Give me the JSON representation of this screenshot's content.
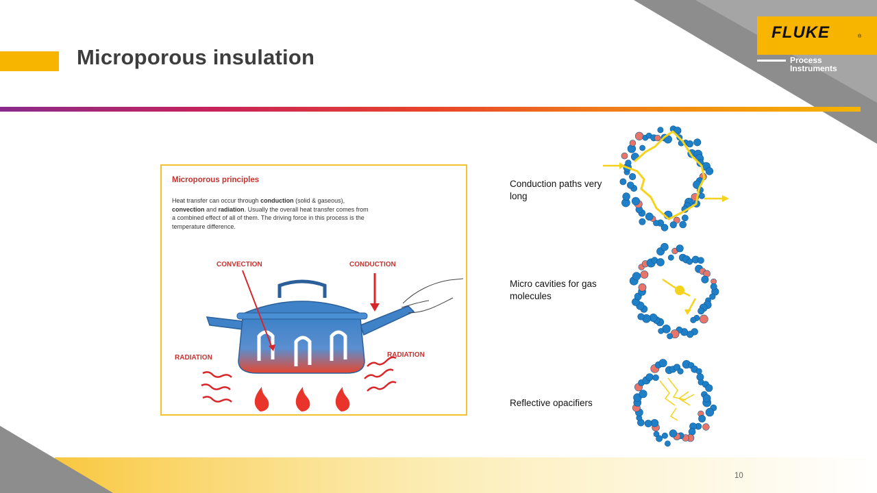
{
  "slide": {
    "title": "Microporous insulation",
    "page_number": "10"
  },
  "logo": {
    "name": "FLUKE",
    "registered": "®",
    "subtitle_line1": "Process",
    "subtitle_line2": "Instruments"
  },
  "principles": {
    "heading": "Microporous principles",
    "body": {
      "p1": "Heat transfer can occur through ",
      "b1": "conduction",
      "p2": " (solid & gaseous), ",
      "b2": "convection",
      "p3": " and ",
      "b3": "radiation",
      "p4": ". Usually the overall heat transfer comes from a combined effect of all of them. The driving force in this process is the temperature difference."
    },
    "labels": {
      "convection": "CONVECTION",
      "conduction": "CONDUCTION",
      "radiation_left": "RADIATION",
      "radiation_right": "RADIATION"
    }
  },
  "mechanisms": [
    {
      "caption": "Conduction paths very long"
    },
    {
      "caption": "Micro cavities for gas molecules"
    },
    {
      "caption": "Reflective opacifiers"
    }
  ],
  "colors": {
    "brand_yellow": "#f7b500",
    "heading_red": "#c4332f",
    "particle_blue": "#1f7fc7",
    "pot_blue": "#3f82c8",
    "pot_red": "#e8462e"
  }
}
